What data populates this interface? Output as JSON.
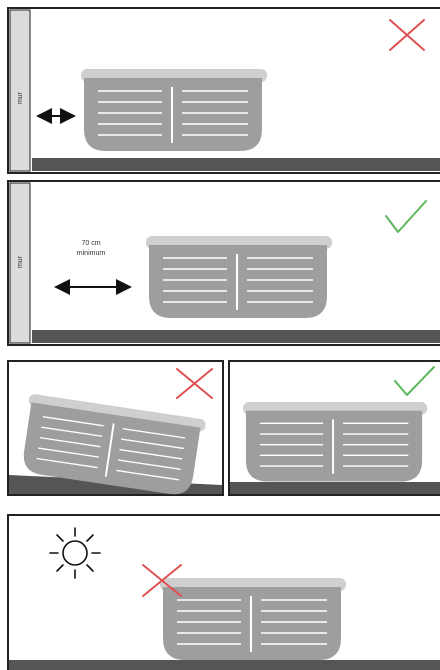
{
  "panels": {
    "wall_too_close": {
      "wall_label": "mur",
      "verdict": "wrong"
    },
    "wall_minimum": {
      "wall_label": "mur",
      "distance_label_line1": "70 cm",
      "distance_label_line2": "minimum",
      "verdict": "right"
    },
    "slope": {
      "verdict": "wrong"
    },
    "level": {
      "verdict": "right"
    },
    "sun": {
      "verdict": "wrong"
    }
  },
  "colors": {
    "frame": "#222222",
    "ground": "#555555",
    "wall": "#dcdcdc",
    "spa_body": "#9e9e9e",
    "spa_lid": "#cfcfcf",
    "spa_lines": "#ffffff",
    "cross": "#e05050",
    "check": "#5cb85c"
  },
  "icons": [
    "double-arrow-icon",
    "cross-icon",
    "check-icon",
    "sun-icon"
  ]
}
